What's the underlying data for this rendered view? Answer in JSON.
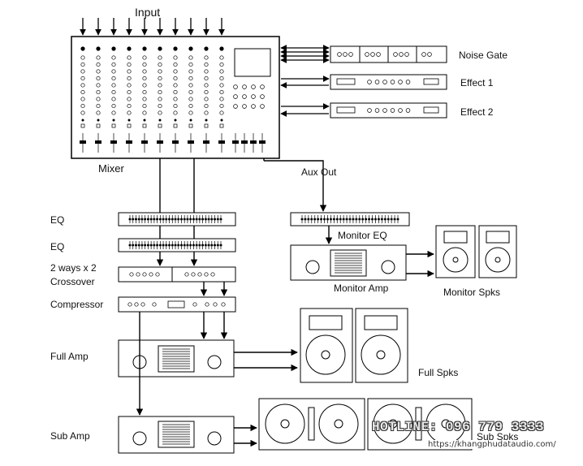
{
  "labels": {
    "input": "Input",
    "mixer": "Mixer",
    "noise_gate": "Noise Gate",
    "effect_1": "Effect 1",
    "effect_2": "Effect 2",
    "aux_out": "Aux Out",
    "eq_1": "EQ",
    "eq_2": "EQ",
    "crossover_line1": "2 ways x 2",
    "crossover_line2": "Crossover",
    "compressor": "Compressor",
    "full_amp": "Full Amp",
    "sub_amp": "Sub Amp",
    "monitor_eq": "Monitor EQ",
    "monitor_amp": "Monitor Amp",
    "monitor_spks": "Monitor Spks",
    "full_spks": "Full Spks",
    "sub_spks": "Sub Spks"
  },
  "watermark": {
    "hotline": "HOTLINE: 096 779 3333",
    "url": "https://khangphudataudio.com/"
  }
}
